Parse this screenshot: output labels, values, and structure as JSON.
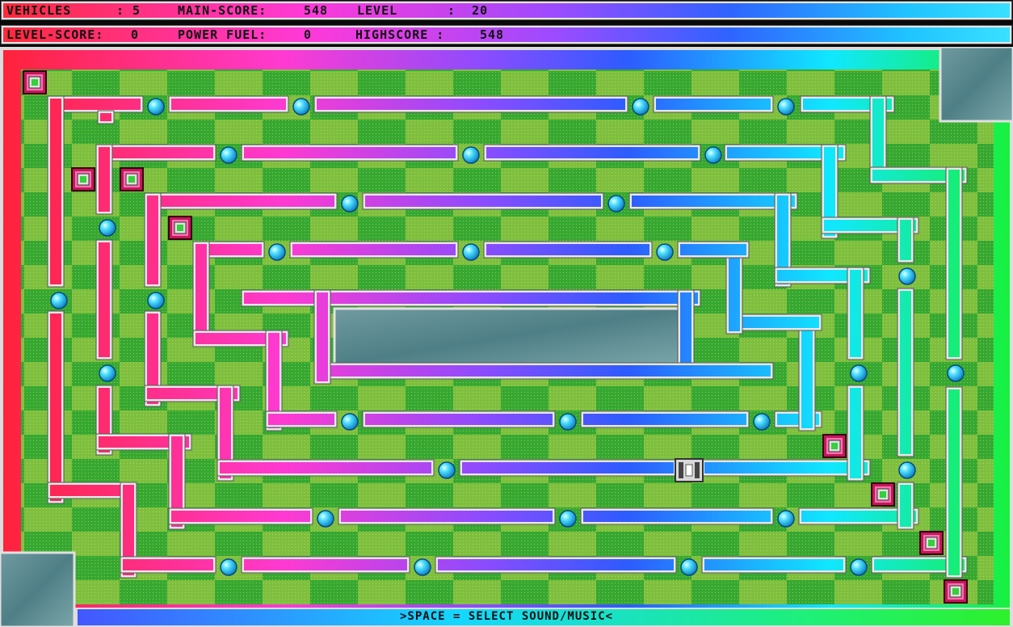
{
  "hud": {
    "vehicles_label": "VEHICLES",
    "vehicles_value": ": 5",
    "main_score_label": "MAIN-SCORE:",
    "main_score_value": "548",
    "level_label": "LEVEL",
    "level_value": ":  20",
    "level_score_label": "LEVEL-SCORE:",
    "level_score_value": "0",
    "power_fuel_label": "POWER FUEL:",
    "power_fuel_value": "0",
    "highscore_label": "HIGHSCORE :",
    "highscore_value": "548"
  },
  "footer": {
    "hint": ">SPACE = SELECT SOUND/MUSIC<"
  },
  "colors": {
    "grass_light": "#7fbf3f",
    "grass_dark": "#36a832",
    "orb": "#2fd0ff",
    "gem_frame": "#c2185b",
    "water": "#5a8a90"
  },
  "icons": {
    "orb": "cyan-energy-orb-icon",
    "gem": "gem-box-icon",
    "player": "player-vehicle-icon"
  }
}
